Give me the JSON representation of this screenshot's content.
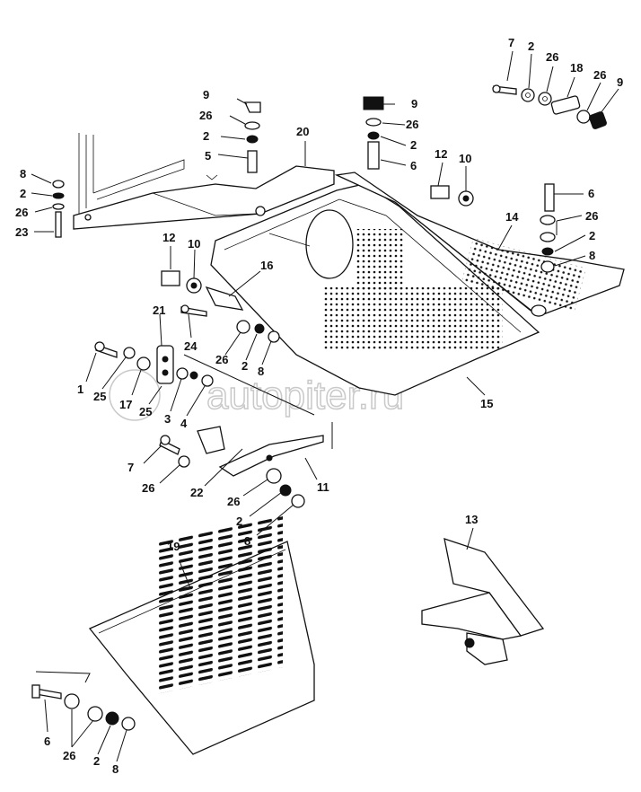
{
  "watermark": "autopiter.ru",
  "colors": {
    "ink": "#111111",
    "watermark": "#c9c9c9",
    "background": "#ffffff"
  },
  "callouts": [
    {
      "id": "c1",
      "text": "7"
    },
    {
      "id": "c2",
      "text": "2"
    },
    {
      "id": "c3",
      "text": "26"
    },
    {
      "id": "c4",
      "text": "18"
    },
    {
      "id": "c5",
      "text": "26"
    },
    {
      "id": "c6",
      "text": "9"
    },
    {
      "id": "c7",
      "text": "9"
    },
    {
      "id": "c8",
      "text": "9"
    },
    {
      "id": "c9",
      "text": "26"
    },
    {
      "id": "c10",
      "text": "26"
    },
    {
      "id": "c11",
      "text": "2"
    },
    {
      "id": "c12",
      "text": "2"
    },
    {
      "id": "c13",
      "text": "5"
    },
    {
      "id": "c14",
      "text": "6"
    },
    {
      "id": "c15",
      "text": "20"
    },
    {
      "id": "c16",
      "text": "12"
    },
    {
      "id": "c17",
      "text": "10"
    },
    {
      "id": "c18",
      "text": "8"
    },
    {
      "id": "c19",
      "text": "2"
    },
    {
      "id": "c20",
      "text": "26"
    },
    {
      "id": "c21",
      "text": "23"
    },
    {
      "id": "c22",
      "text": "6"
    },
    {
      "id": "c23",
      "text": "26"
    },
    {
      "id": "c24",
      "text": "2"
    },
    {
      "id": "c25",
      "text": "14"
    },
    {
      "id": "c26",
      "text": "8"
    },
    {
      "id": "c27",
      "text": "12"
    },
    {
      "id": "c28",
      "text": "10"
    },
    {
      "id": "c29",
      "text": "16"
    },
    {
      "id": "c30",
      "text": "21"
    },
    {
      "id": "c31",
      "text": "24"
    },
    {
      "id": "c32",
      "text": "26"
    },
    {
      "id": "c33",
      "text": "2"
    },
    {
      "id": "c34",
      "text": "8"
    },
    {
      "id": "c35",
      "text": "1"
    },
    {
      "id": "c36",
      "text": "25"
    },
    {
      "id": "c37",
      "text": "17"
    },
    {
      "id": "c38",
      "text": "25"
    },
    {
      "id": "c39",
      "text": "3"
    },
    {
      "id": "c40",
      "text": "4"
    },
    {
      "id": "c41",
      "text": "15"
    },
    {
      "id": "c42",
      "text": "7"
    },
    {
      "id": "c43",
      "text": "26"
    },
    {
      "id": "c44",
      "text": "22"
    },
    {
      "id": "c45",
      "text": "11"
    },
    {
      "id": "c46",
      "text": "26"
    },
    {
      "id": "c47",
      "text": "2"
    },
    {
      "id": "c48",
      "text": "8"
    },
    {
      "id": "c49",
      "text": "13"
    },
    {
      "id": "c50",
      "text": "19"
    },
    {
      "id": "c51",
      "text": "6"
    },
    {
      "id": "c52",
      "text": "26"
    },
    {
      "id": "c53",
      "text": "2"
    },
    {
      "id": "c54",
      "text": "8"
    }
  ]
}
